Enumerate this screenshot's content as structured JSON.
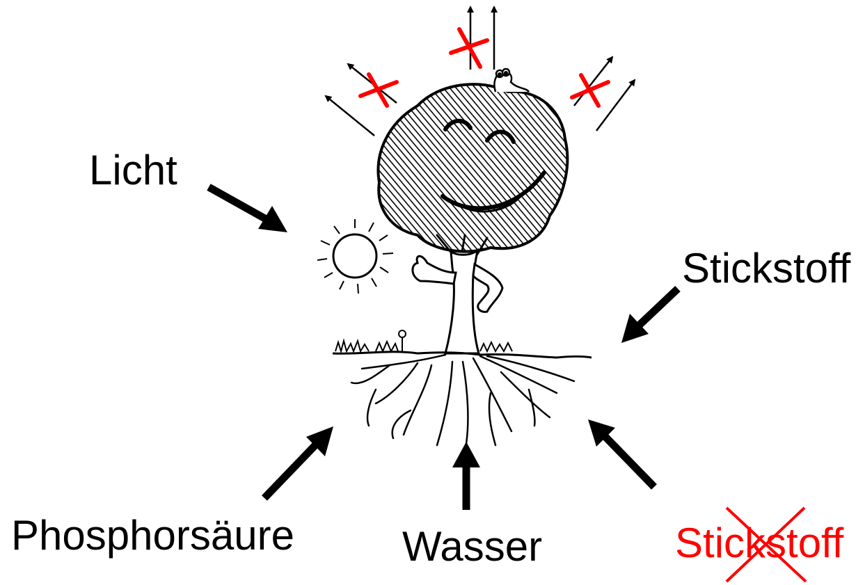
{
  "labels": {
    "licht": "Licht",
    "stickstoff_top": "Stickstoff",
    "phosphorsaeure": "Phosphorsäure",
    "wasser": "Wasser",
    "stickstoff_crossed": "Stickstoff"
  },
  "colors": {
    "ink": "#000000",
    "strike": "#ff0000",
    "background": "#ffffff"
  }
}
